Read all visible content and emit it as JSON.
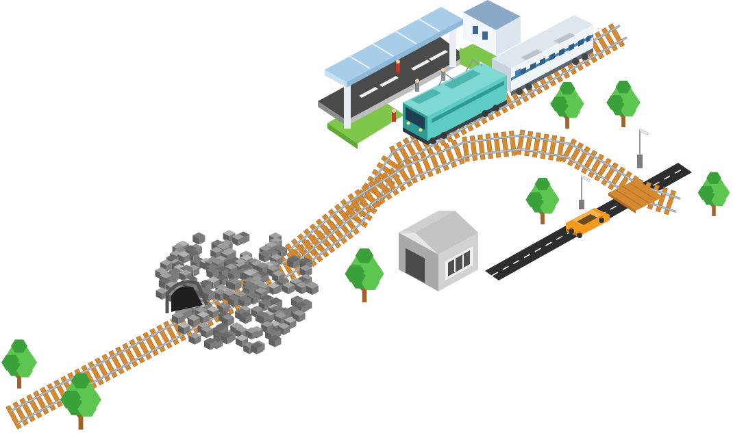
{
  "scene": {
    "background": "#ffffff",
    "elements": [
      "railway-track",
      "railway-switch",
      "tunnel",
      "station-platform",
      "station-building",
      "electric-locomotive",
      "passenger-coach",
      "warehouse",
      "road",
      "level-crossing",
      "car",
      "street-lamp",
      "trees"
    ]
  },
  "colors": {
    "sleeper": "#d58a32",
    "sleeper_dark": "#b26d22",
    "rail": "#b9c0c6",
    "rail_dark": "#8e979f",
    "tunnel_rock": "#8e8e8e",
    "tunnel_light": "#b4b4b4",
    "tunnel_dark": "#5f5f5f",
    "tree_green": "#3aa13a",
    "tree_light": "#5cc650",
    "tree_trunk": "#a0622a",
    "locomotive": "#5ecbc4",
    "locomotive_dark": "#2f9a95",
    "coach": "#eef4f8",
    "coach_window": "#3f7fb4",
    "roof_blue": "#a8cde8",
    "grass": "#7fc74a",
    "warehouse_light": "#d5d5d5",
    "warehouse_dark": "#9b9b9b",
    "road": "#2d2d2d",
    "car": "#f19a1c"
  }
}
